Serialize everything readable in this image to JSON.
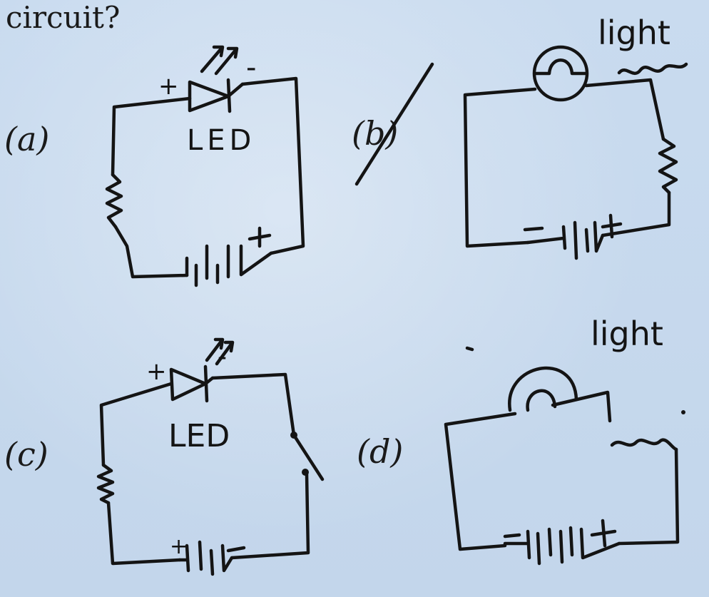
{
  "question": {
    "text": "circuit?"
  },
  "options": {
    "a": {
      "label": "(a)",
      "led_text": "LED",
      "plus": "+",
      "minus": "-"
    },
    "b": {
      "label": "(b)",
      "light_text": "light",
      "plus": "+",
      "minus": "-"
    },
    "c": {
      "label": "(c)",
      "led_text": "LED",
      "plus": "+",
      "minus": "-"
    },
    "d": {
      "label": "(d)",
      "light_text": "light",
      "plus": "+",
      "minus": "-"
    }
  },
  "colors": {
    "ink": "#141414",
    "paper": "#c6d8ec"
  }
}
